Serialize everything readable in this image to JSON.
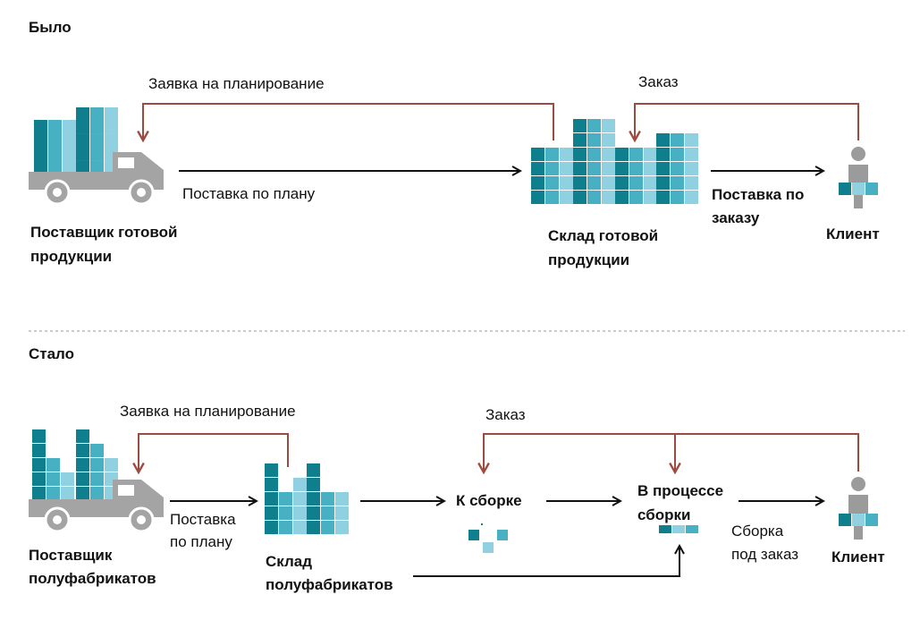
{
  "colors": {
    "dark_teal": "#0f7f8e",
    "mid_teal": "#48b0c3",
    "light_teal": "#8fd1e1",
    "truck_grey": "#a4a4a4",
    "person_grey": "#9b9b9b",
    "feedback_arrow": "#9c4b3f",
    "flow_arrow": "#111111"
  },
  "before": {
    "heading": "Было",
    "plan_request": "Заявка на планирование",
    "order": "Заказ",
    "planned_delivery": "Поставка по плану",
    "order_delivery": [
      "Поставка по",
      "заказу"
    ],
    "supplier": [
      "Поставщик готовой",
      "продукции"
    ],
    "warehouse": [
      "Склад готовой",
      "продукции"
    ],
    "client": "Клиент"
  },
  "after": {
    "heading": "Стало",
    "plan_request": "Заявка на планирование",
    "order": "Заказ",
    "planned_delivery": [
      "Поставка",
      "по плану"
    ],
    "to_assembly": "К сборке",
    "in_assembly": [
      "В процессе",
      "сборки"
    ],
    "assemble_to_order": [
      "Сборка",
      "под заказ"
    ],
    "supplier": [
      "Поставщик",
      "полуфабрикатов"
    ],
    "warehouse": [
      "Склад",
      "полуфабрикатов"
    ],
    "client": "Клиент"
  }
}
